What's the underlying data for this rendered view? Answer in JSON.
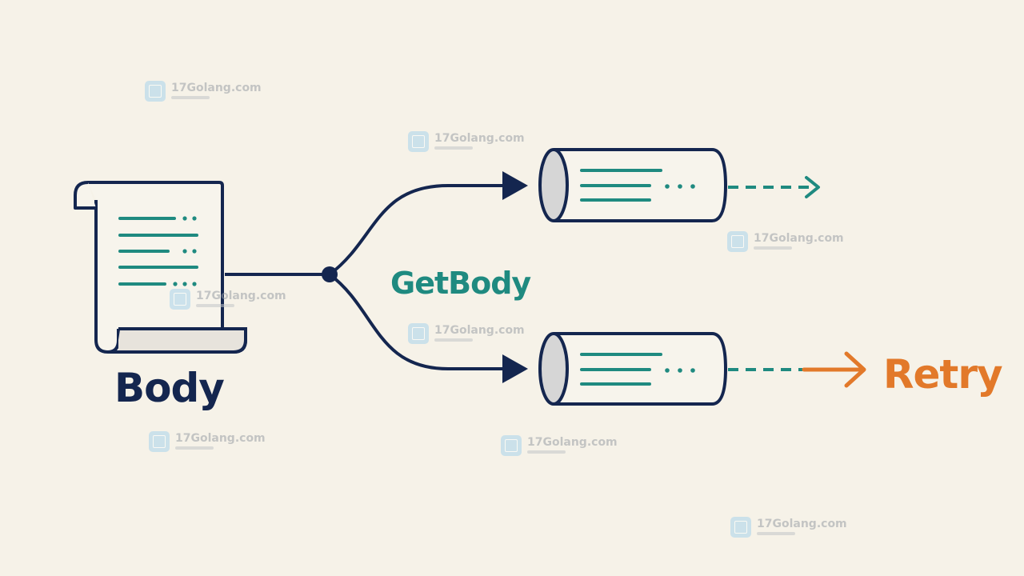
{
  "diagram": {
    "source_label": "Body",
    "method_label": "GetBody",
    "action_label": "Retry"
  },
  "watermark": {
    "text": "17Golang.com"
  },
  "colors": {
    "background": "#f6f2e8",
    "navy": "#14264f",
    "teal": "#1f8a80",
    "orange": "#e2792a",
    "paper": "#f7f4ec",
    "pipe_end": "#d6d6d6"
  },
  "icons": {
    "document": "scroll-document-icon",
    "stream": "cylinder-stream-icon",
    "arrow": "arrow-icon",
    "watermark_logo": "watermark-logo-icon"
  }
}
